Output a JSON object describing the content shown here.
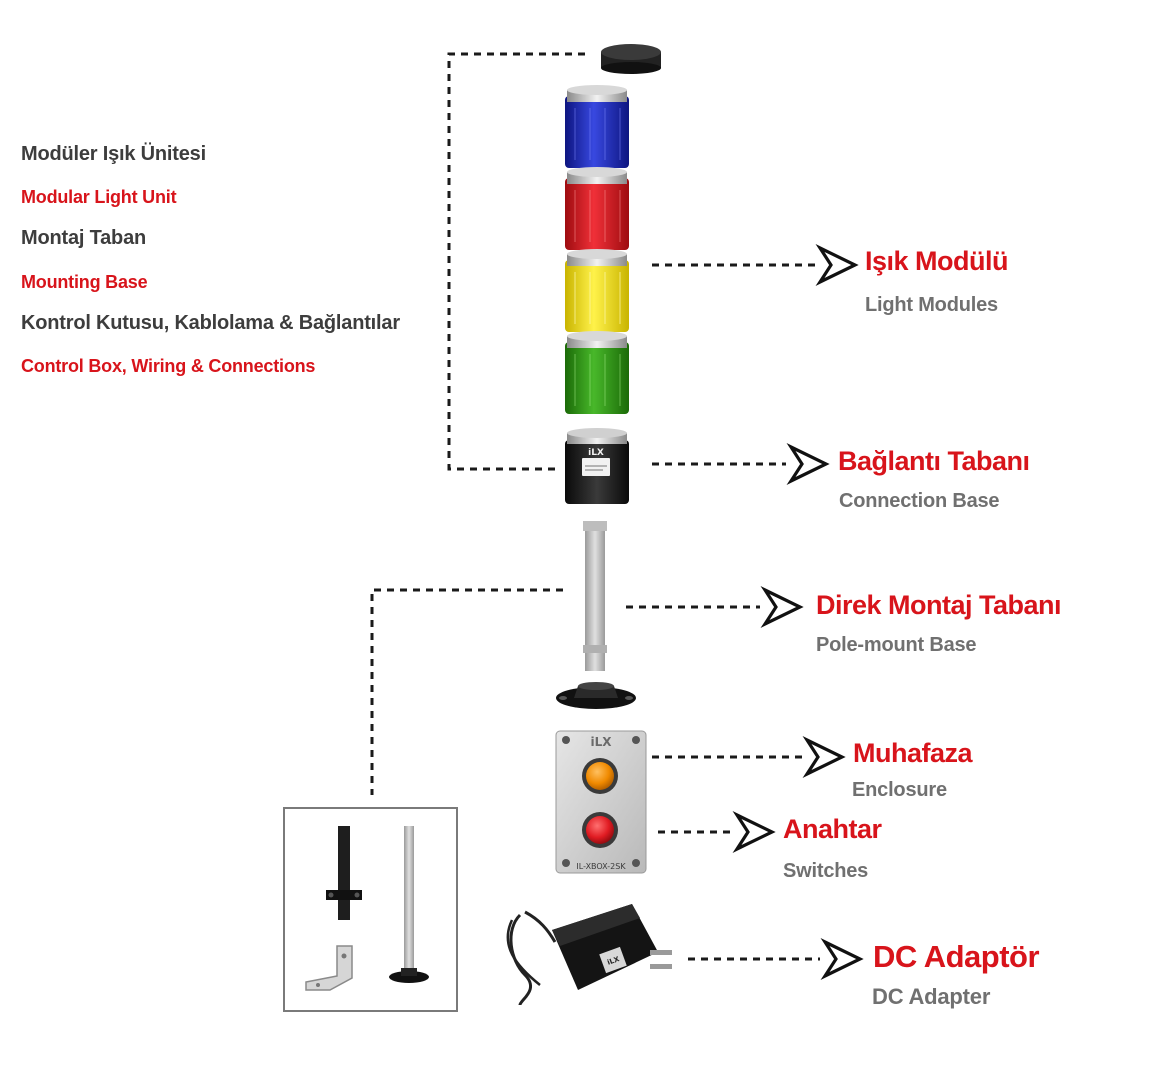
{
  "legend": [
    {
      "text": "Modüler Işık Ünitesi",
      "lang": "tr"
    },
    {
      "text": "Modular Light Unit",
      "lang": "en"
    },
    {
      "text": "Montaj Taban",
      "lang": "tr"
    },
    {
      "text": "Mounting Base",
      "lang": "en"
    },
    {
      "text": "Kontrol Kutusu, Kablolama & Bağlantılar",
      "lang": "tr"
    },
    {
      "text": "Control Box, Wiring & Connections",
      "lang": "en"
    }
  ],
  "parts": {
    "light_modules": {
      "title": "Işık Modülü",
      "subtitle": "Light Modules"
    },
    "connection_base": {
      "title": "Bağlantı Tabanı",
      "subtitle": "Connection Base"
    },
    "pole_mount_base": {
      "title": "Direk Montaj Tabanı",
      "subtitle": "Pole-mount Base"
    },
    "enclosure": {
      "title": "Muhafaza",
      "subtitle": "Enclosure"
    },
    "switches": {
      "title": "Anahtar",
      "subtitle": "Switches"
    },
    "dc_adapter": {
      "title": "DC Adaptör",
      "subtitle": "DC Adapter"
    }
  },
  "product_marks": {
    "brand": "iLX",
    "box_model": "IL-XBOX-2SK"
  },
  "colors": {
    "accent_red": "#d8141b",
    "legend_dark": "#3d3d3d",
    "subtitle_gray": "#707070",
    "module_blue": "#1f2fb5",
    "module_red": "#e01b22",
    "module_yellow": "#f2e200",
    "module_green": "#2f9a14",
    "orange_button": "#f08a00"
  }
}
